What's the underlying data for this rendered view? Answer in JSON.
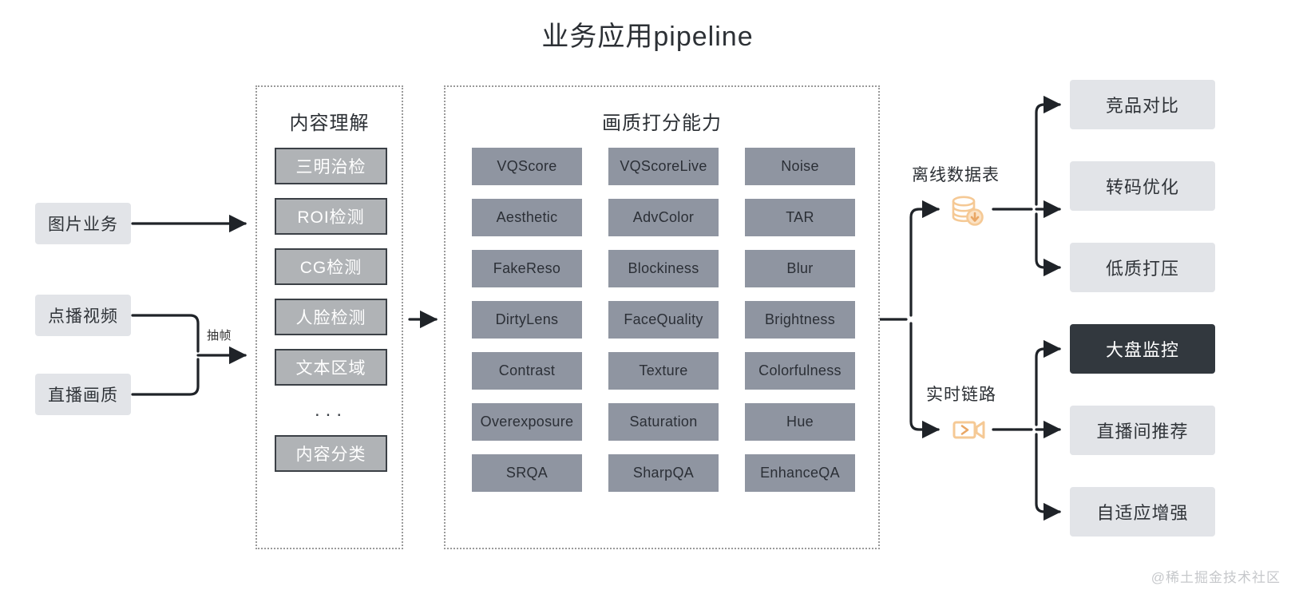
{
  "title": "业务应用pipeline",
  "inputs": [
    {
      "label": "图片业务"
    },
    {
      "label": "点播视频"
    },
    {
      "label": "直播画质"
    }
  ],
  "edges": {
    "extract_label": "抽帧"
  },
  "understanding_panel": {
    "title": "内容理解",
    "items": [
      {
        "label": "三明治检"
      },
      {
        "label": "ROI检测"
      },
      {
        "label": "CG检测"
      },
      {
        "label": "人脸检测"
      },
      {
        "label": "文本区域"
      }
    ],
    "ellipsis": "...",
    "last_item": {
      "label": "内容分类"
    }
  },
  "scoring_panel": {
    "title": "画质打分能力",
    "cells": [
      "VQScore",
      "VQScoreLive",
      "Noise",
      "Aesthetic",
      "AdvColor",
      "TAR",
      "FakeReso",
      "Blockiness",
      "Blur",
      "DirtyLens",
      "FaceQuality",
      "Brightness",
      "Contrast",
      "Texture",
      "Colorfulness",
      "Overexposure",
      "Saturation",
      "Hue",
      "SRQA",
      "SharpQA",
      "EnhanceQA"
    ]
  },
  "branches": [
    {
      "label": "离线数据表",
      "icon": "database-download-icon"
    },
    {
      "label": "实时链路",
      "icon": "video-camera-icon"
    }
  ],
  "outputs": [
    {
      "label": "竞品对比",
      "highlight": false
    },
    {
      "label": "转码优化",
      "highlight": false
    },
    {
      "label": "低质打压",
      "highlight": false
    },
    {
      "label": "大盘监控",
      "highlight": true
    },
    {
      "label": "直播间推荐",
      "highlight": false
    },
    {
      "label": "自适应增强",
      "highlight": false
    }
  ],
  "colors": {
    "background": "#ffffff",
    "chip_light": "#e2e4e8",
    "chip_dark": "#32383e",
    "score_cell": "#8f95a1",
    "understand_cell": "#b0b3b6",
    "understand_border": "#3b4046",
    "panel_border": "#9a9a9a",
    "wire": "#1f2328",
    "icon_accent": "#f5c995",
    "text_primary": "#2f3338",
    "watermark": "#c6c8cb"
  },
  "watermark": "@稀土掘金技术社区"
}
